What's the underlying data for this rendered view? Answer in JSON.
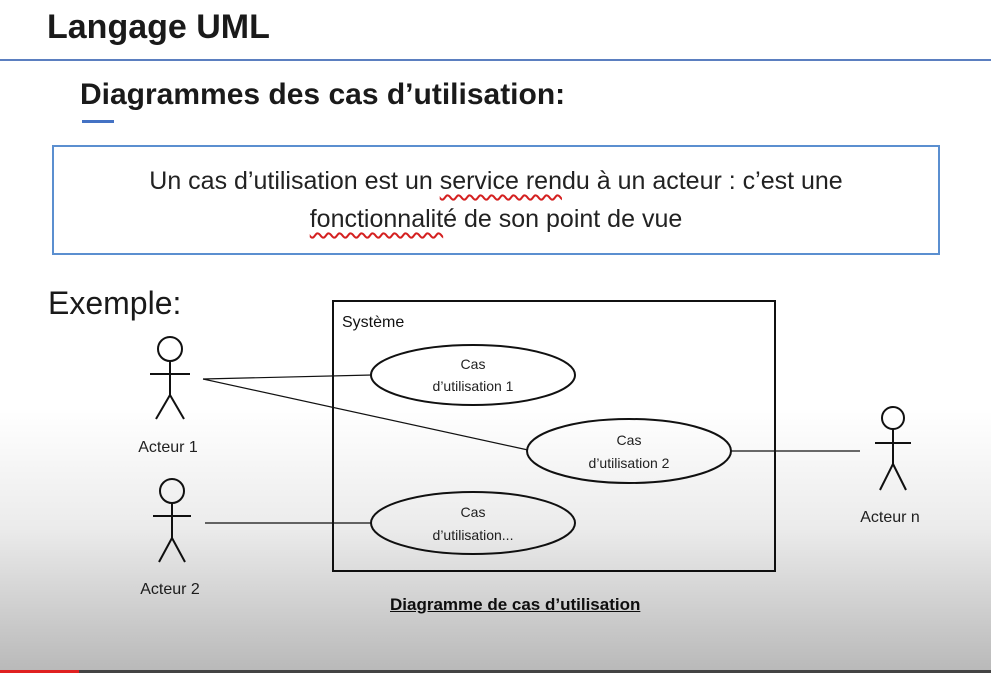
{
  "slide": {
    "title": "Langage UML",
    "subtitle": "Diagrammes des cas d’utilisation:",
    "definition": {
      "line1_a": "Un cas d’utilisation est un ",
      "line1_u": "service ren",
      "line1_b": "du à un acteur : c’est une",
      "line2_u": "fonctionnalit",
      "line2_b": "é de son point de vue"
    },
    "example_label": "Exemple:"
  },
  "diagram": {
    "system_label": "Système",
    "actors": [
      {
        "label": "Acteur 1"
      },
      {
        "label": "Acteur 2"
      },
      {
        "label": "Acteur n"
      }
    ],
    "use_cases": [
      {
        "line1": "Cas",
        "line2": "d’utilisation 1"
      },
      {
        "line1": "Cas",
        "line2": "d’utilisation 2"
      },
      {
        "line1": "Cas",
        "line2": "d’utilisation..."
      }
    ],
    "caption": "Diagramme de cas d’utilisation"
  },
  "player": {
    "progress_fraction": 0.08
  },
  "colors": {
    "accent_blue": "#4472c4",
    "annotation_red": "#d42020"
  }
}
